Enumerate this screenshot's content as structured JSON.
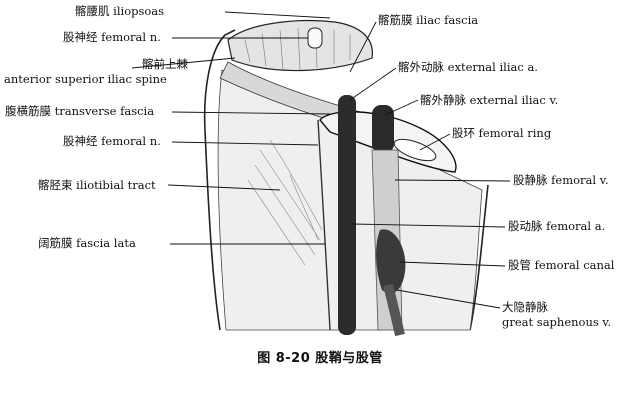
{
  "labels": {
    "iliopsoas": "髂腰肌 iliopsoas",
    "femoral_n_top": "股神经 femoral n.",
    "asis_cn": "髂前上棘",
    "asis_en": "anterior superior iliac spine",
    "transverse_fascia": "腹横筋膜 transverse fascia",
    "femoral_n_mid": "股神经 femoral n.",
    "iliotibial_tract": "髂胫束 iliotibial tract",
    "fascia_lata": "阔筋膜 fascia lata",
    "iliac_fascia": "髂筋膜 iliac fascia",
    "external_iliac_a": "髂外动脉 external iliac a.",
    "external_iliac_v": "髂外静脉 external iliac v.",
    "femoral_ring": "股环 femoral ring",
    "femoral_v": "股静脉 femoral v.",
    "femoral_a": "股动脉 femoral a.",
    "femoral_canal": "股管 femoral canal",
    "gsv_cn": "大隐静脉",
    "gsv_en": "great saphenous v."
  },
  "caption": "图 8-20    股鞘与股管"
}
